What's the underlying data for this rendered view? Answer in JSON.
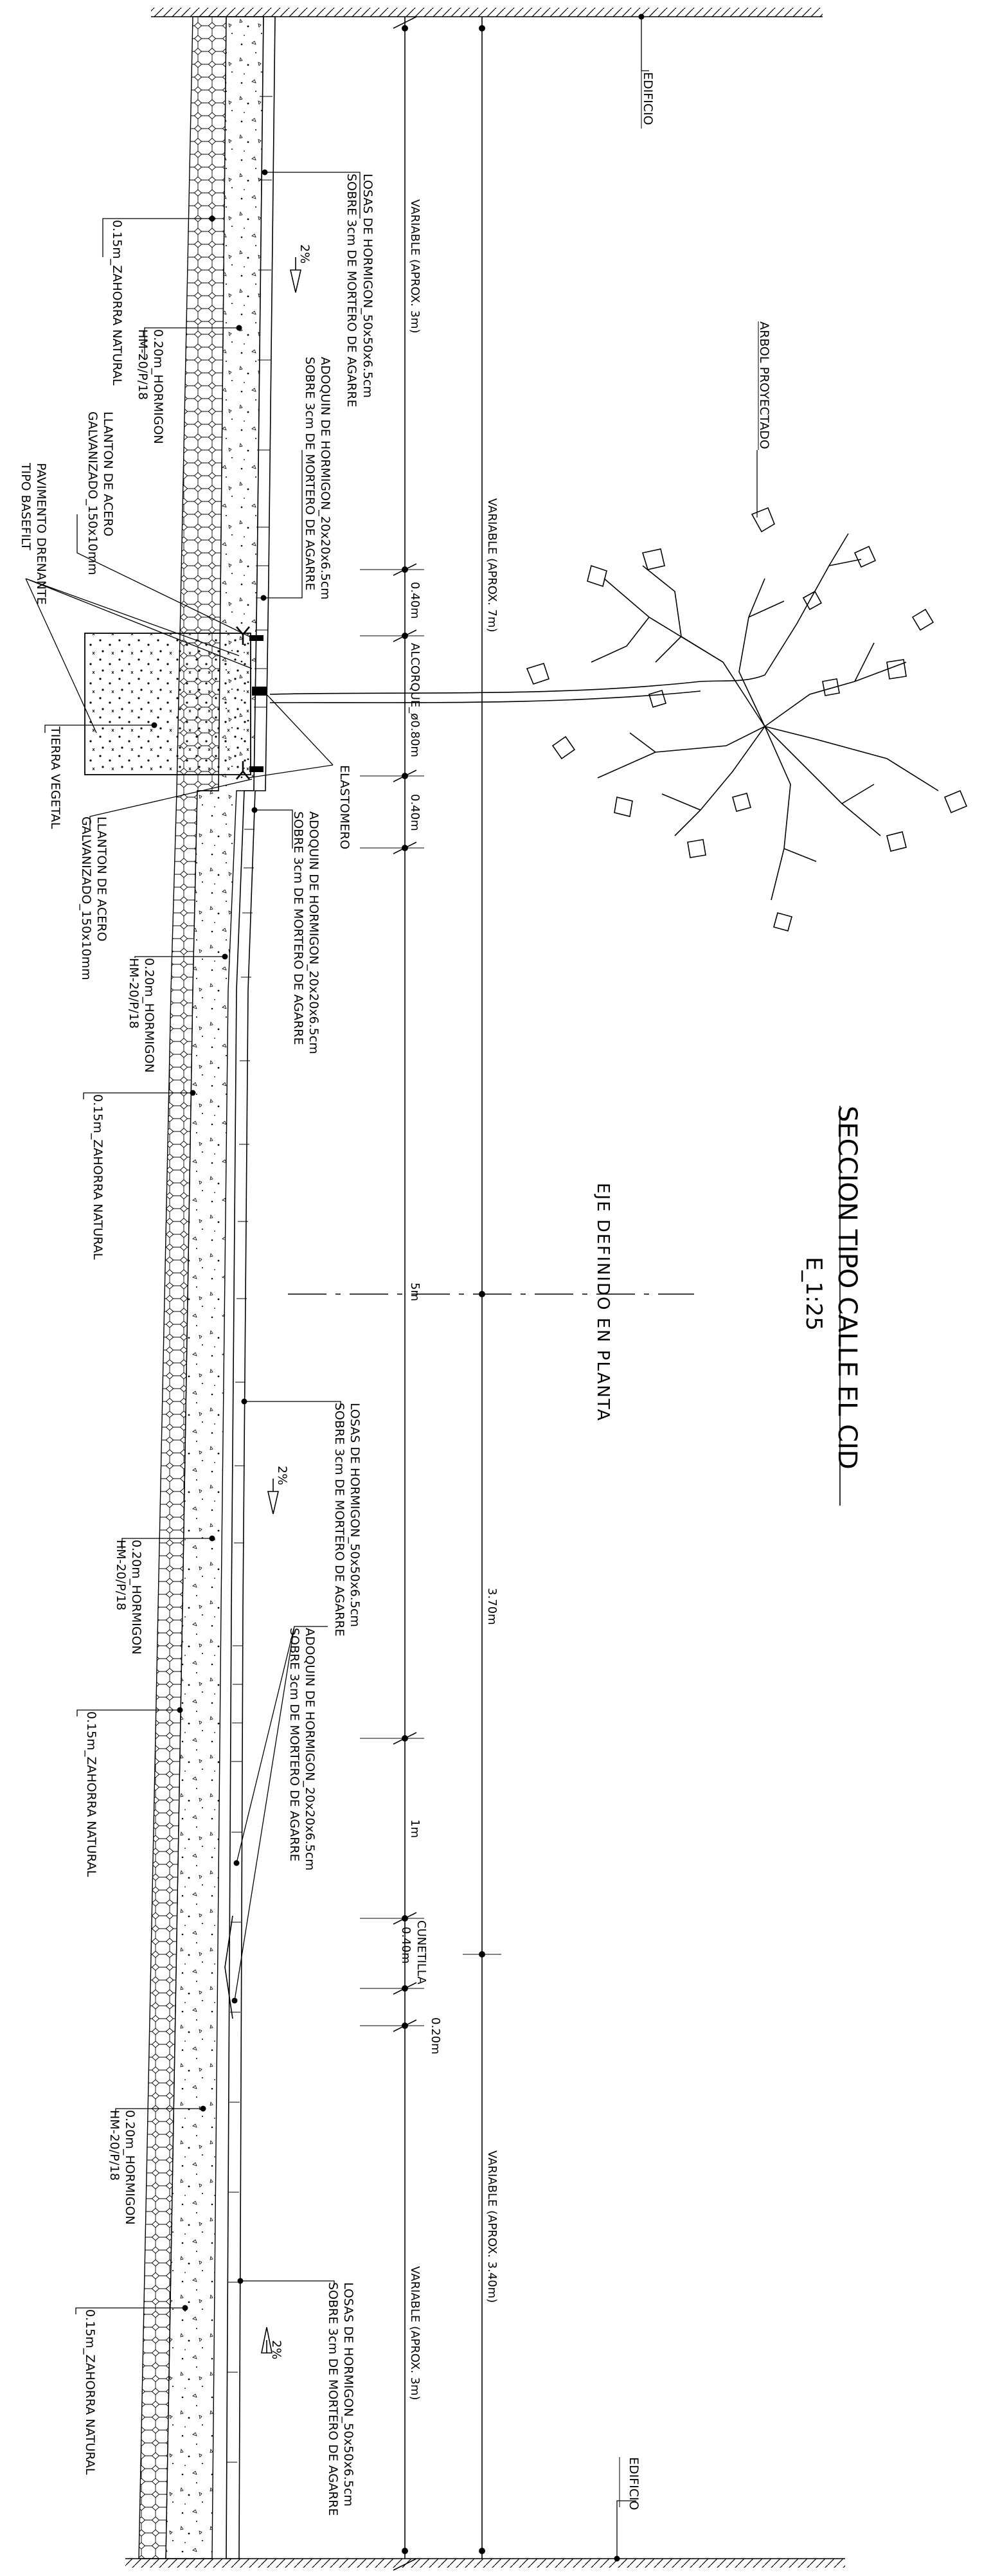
{
  "title": {
    "main": "SECCION TIPO CALLE EL CID",
    "scale": "E_1:25",
    "axis_label": "EJE DEFINIDO EN PLANTA"
  },
  "labels": {
    "edificio_top": "EDIFICIO",
    "edificio_bottom": "EDIFICIO",
    "arbol": "ARBOL PROYECTADO",
    "elastomero": "ELASTOMERO",
    "tierra": "TIERRA VEGETAL",
    "pavimento": [
      "PAVIMENTO DRENANTE",
      "TIPO BASEFILT"
    ],
    "losas": [
      "LOSAS DE HORMIGON_50x50x6.5cm",
      "SOBRE 3cm DE MORTERO DE AGARRE"
    ],
    "adoquin": [
      "ADOQUIN DE HORMIGON_20x20x6.5cm",
      "SOBRE 3cm DE MORTERO DE AGARRE"
    ],
    "hormigon": [
      "0.20m_HORMIGON",
      "HM-20/P/18"
    ],
    "zahorra": "0.15m_ZAHORRA NATURAL",
    "llanton": [
      "LLANTON DE ACERO",
      "GALVANIZADO_150x10mm"
    ],
    "slope": "2%"
  },
  "dimensions": {
    "inner": {
      "variable_3m_top": "VARIABLE (APROX. 3m)",
      "d040_a": "0.40m",
      "alcorque": "ALCORQUE_ø0.80m",
      "d040_b": "0.40m",
      "d5m": "5m",
      "d1m": "1m",
      "cunetilla": "CUNETILLA",
      "d040_c": "0.40m",
      "d020": "0.20m",
      "variable_3m_bottom": "VARIABLE (APROX. 3m)"
    },
    "outer": {
      "variable_7m": "VARIABLE (APROX. 7m)",
      "d370": "3.70m",
      "variable_340": "VARIABLE (APROX. 3.40m)"
    }
  },
  "colors": {
    "ink": "#000000",
    "paper": "#ffffff"
  }
}
